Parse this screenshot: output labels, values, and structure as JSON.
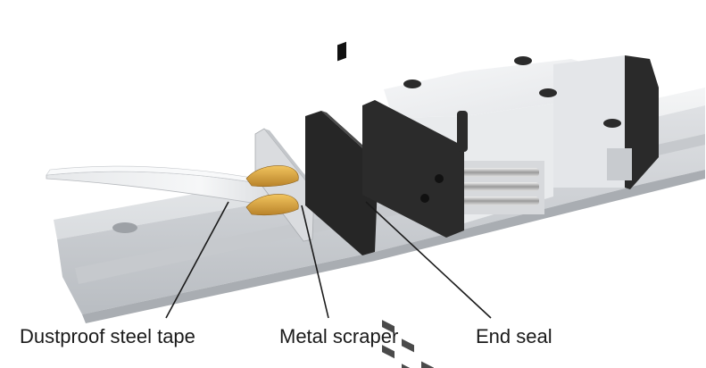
{
  "labels": {
    "dustproof_tape": "Dustproof steel tape",
    "metal_scraper": "Metal scraper",
    "end_seal": "End seal"
  },
  "colors": {
    "rail_light": "#e9eaec",
    "rail_mid": "#d3d6da",
    "rail_dark": "#b8bcc1",
    "block_white": "#f1f2f3",
    "block_shade": "#d9dbde",
    "seal_black": "#232323",
    "seal_dark": "#3a3a3a",
    "scraper_gold": "#d4a03a",
    "leader_line": "#1a1a1a"
  }
}
